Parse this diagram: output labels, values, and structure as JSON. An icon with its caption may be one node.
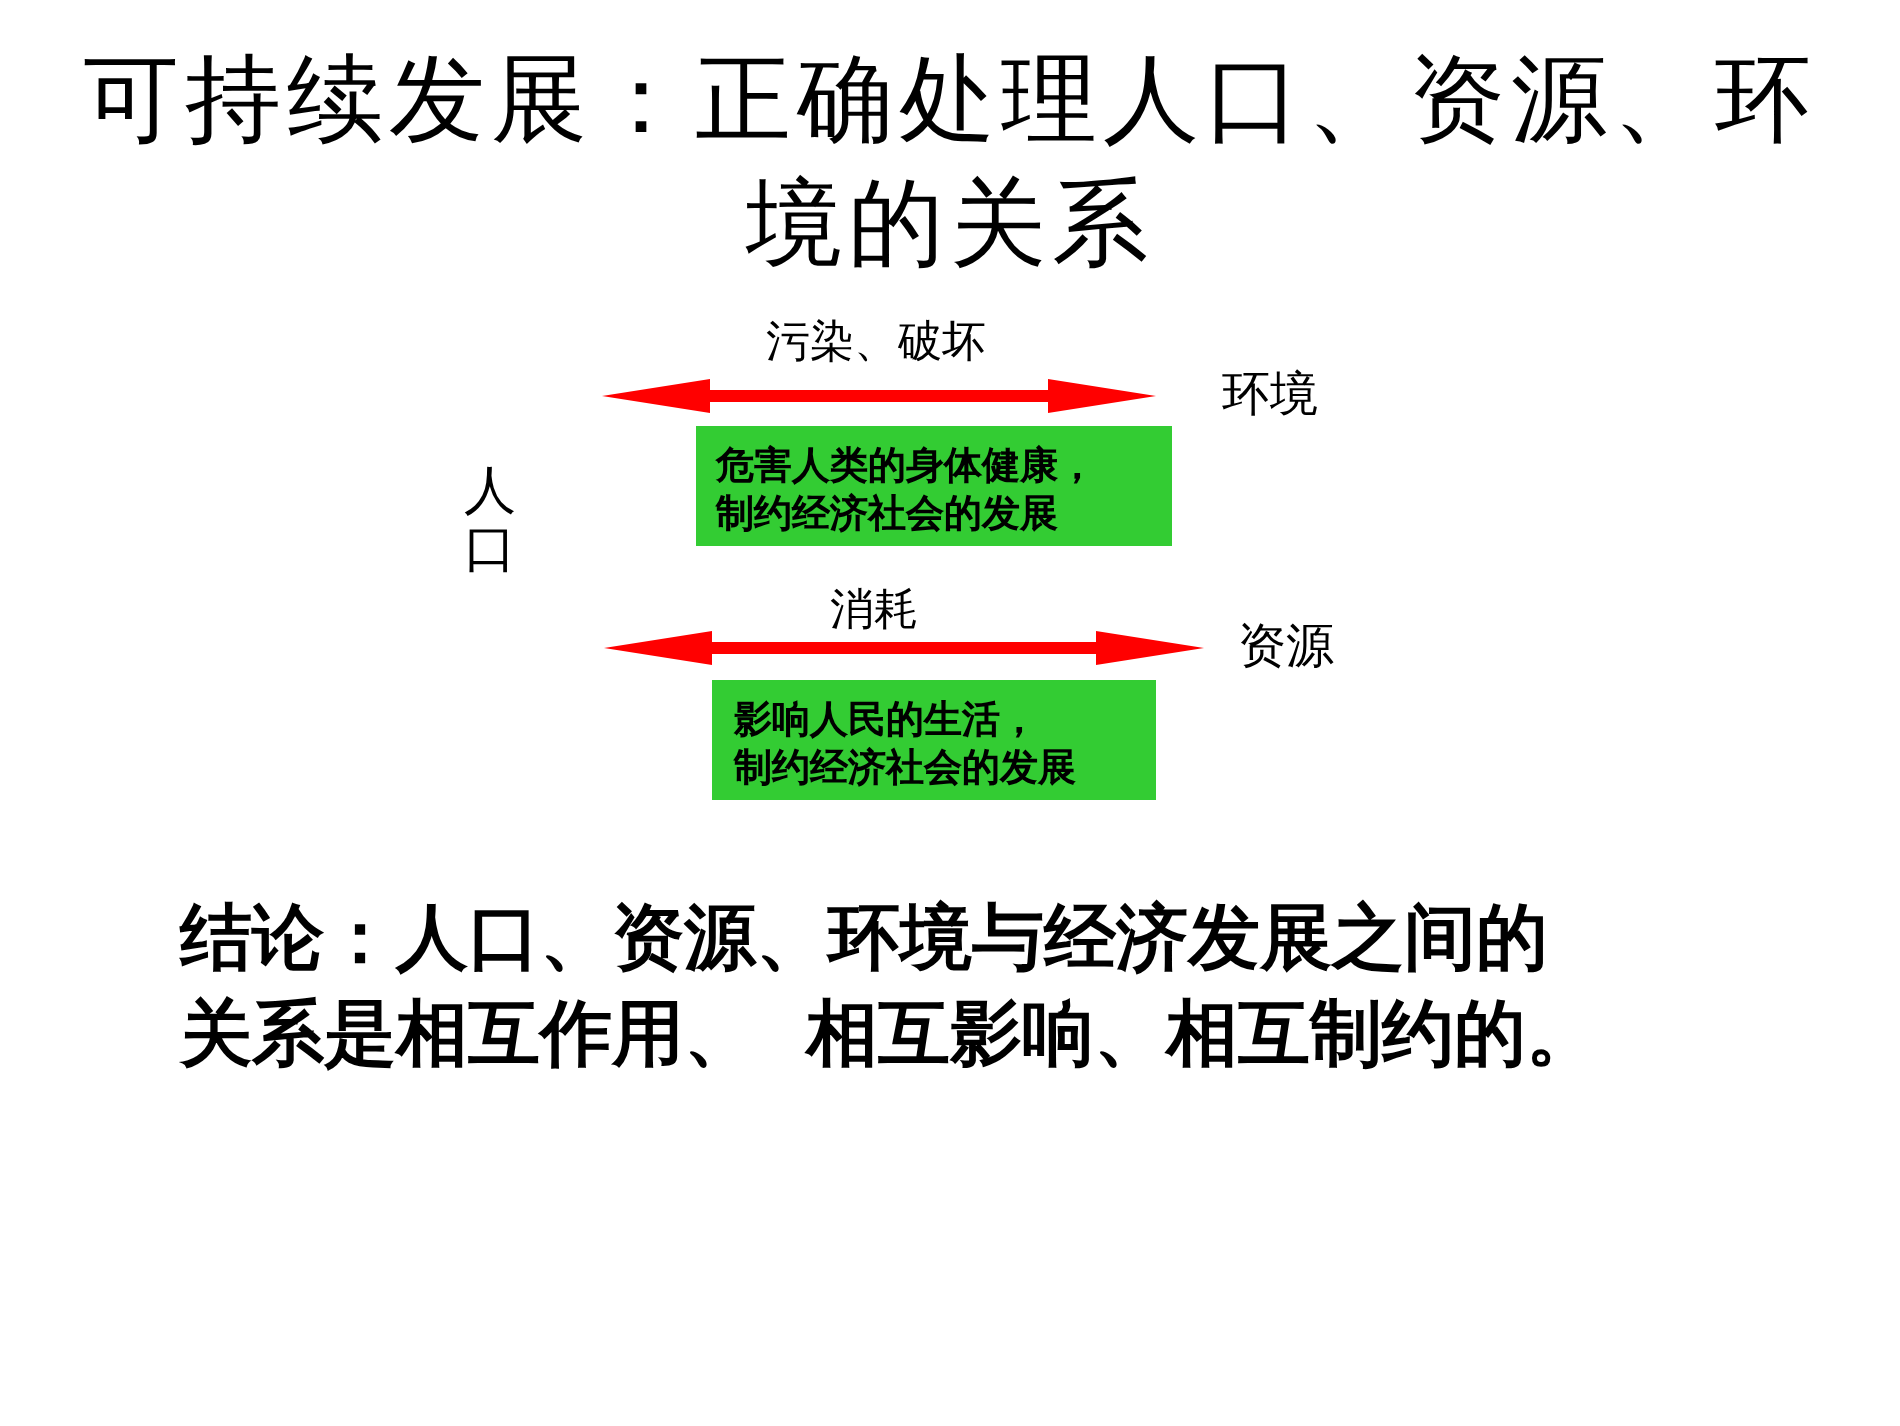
{
  "diagram": {
    "title": "可持续发展：正确处理人口、资源、环境的关系",
    "nodes": [
      {
        "text": [
          "环境"
        ]
      },
      {
        "text": [
          "危害人类的身体健康，制约经济社会的发展"
        ]
      },
      {
        "text": [
          "人口"
        ]
      },
      {
        "text": [
          "资源"
        ]
      },
      {
        "text": [
          "影响人民的生活，制约经济社会的发展"
        ]
      }
    ],
    "edges": [
      {
        "from": 2,
        "to": 0,
        "arrow": "both",
        "label": "污染、破坏"
      },
      {
        "from": 2,
        "to": 3,
        "arrow": "both",
        "label": "消耗"
      }
    ],
    "labels": [
      "结论：人口、资源、环境与经济发展之间的关系是相互作用、  相互影响、相互制约的。"
    ]
  }
}
